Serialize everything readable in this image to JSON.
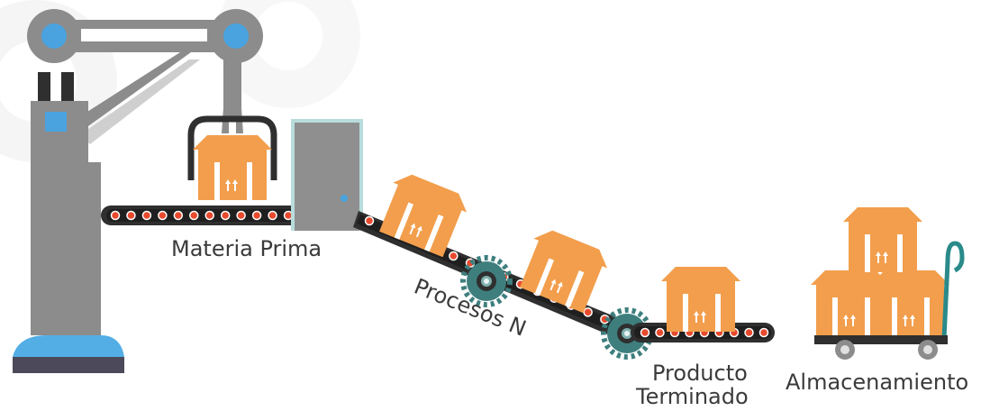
{
  "labels": {
    "raw_material": "Materia Prima",
    "processes": "Procesos N",
    "finished_product_line1": "Producto",
    "finished_product_line2": "Terminado",
    "storage": "Almacenamiento"
  },
  "colors": {
    "box": "#f29e4c",
    "box_dark": "#e0863a",
    "robot_gray": "#8c8c8c",
    "robot_dark": "#6f6f6f",
    "accent_blue": "#4aa3df",
    "base_blue": "#53aee6",
    "base_floor": "#4c4a5a",
    "conveyor_dark": "#2f2f2f",
    "roller_red": "#e84a2e",
    "gear_teal": "#3e7f7e",
    "door_gray": "#8f8f8f",
    "door_frame": "#b8dcdc",
    "trolley_handle": "#2a8a8a",
    "watermark": "#f3f3f3"
  },
  "icons": {
    "box_arrows": "up-arrows-icon",
    "gear": "gear-icon",
    "door": "door-icon"
  }
}
